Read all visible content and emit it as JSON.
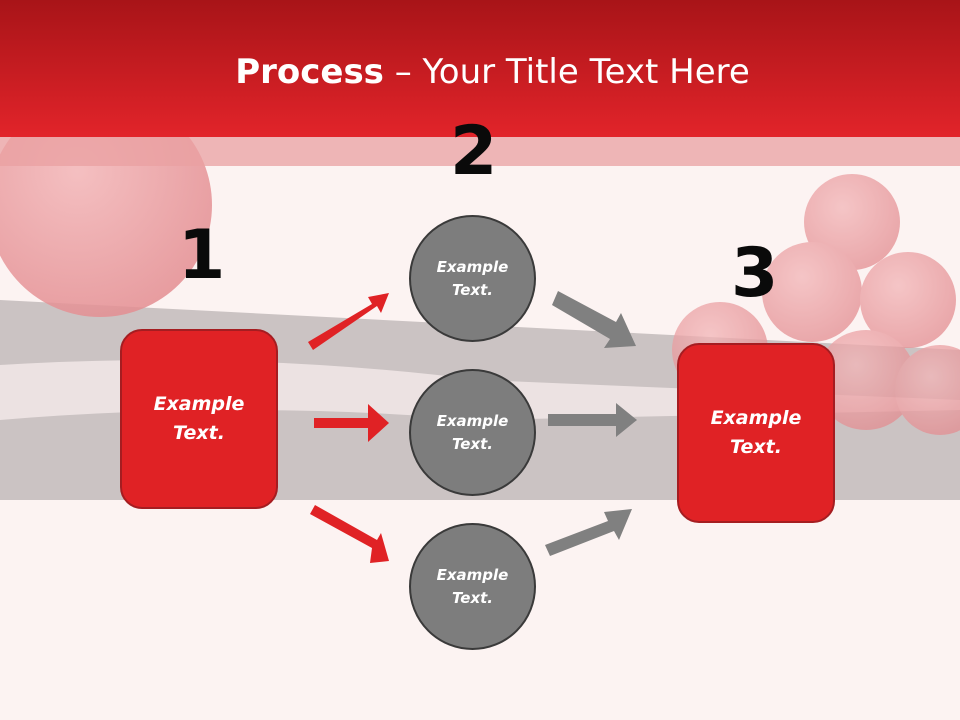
{
  "slide": {
    "title_bold": "Process",
    "title_rest": " – Your Title Text Here"
  },
  "steps": [
    {
      "number": "1"
    },
    {
      "number": "2"
    },
    {
      "number": "3"
    }
  ],
  "boxes": {
    "left": "Example\nText.",
    "right": "Example\nText."
  },
  "circles": [
    "Example\nText.",
    "Example\nText.",
    "Example\nText."
  ],
  "colors": {
    "header_red": "#e02225",
    "box_red": "#e02225",
    "circle_gray": "#7d7d7d",
    "arrow_red": "#e02225",
    "arrow_gray": "#808080"
  }
}
